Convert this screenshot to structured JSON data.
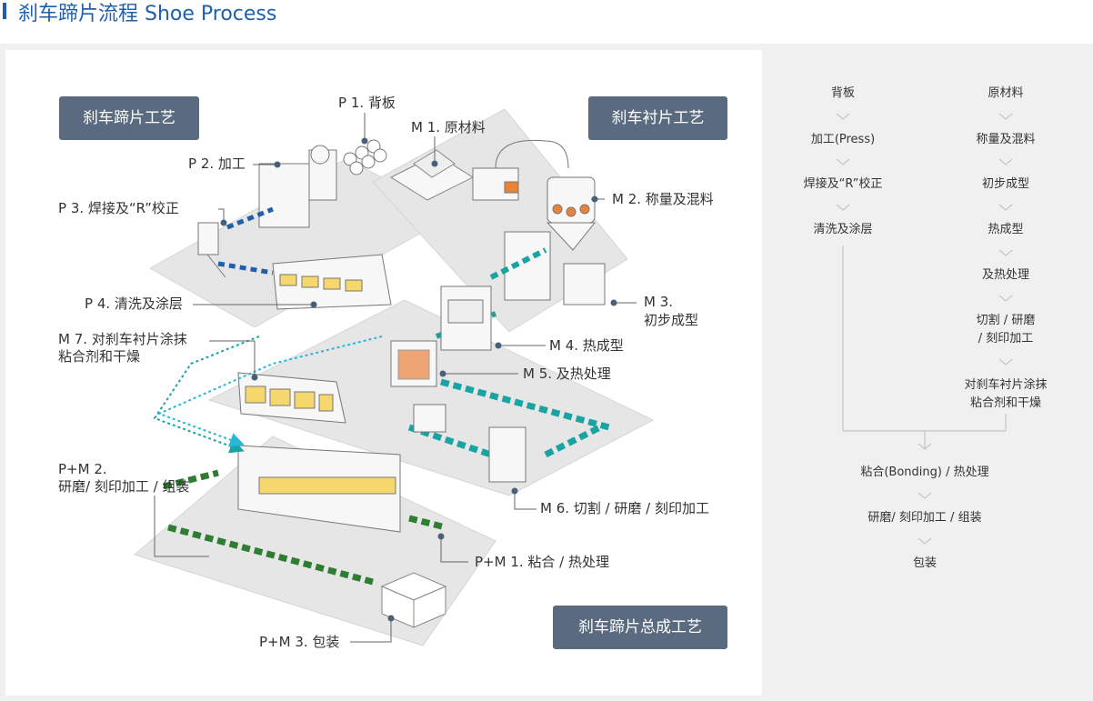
{
  "page_title": "刹车蹄片流程 Shoe Process",
  "sections": {
    "shoe_process": "刹车蹄片工艺",
    "lining_process": "刹车衬片工艺",
    "assembly_process": "刹车蹄片总成工艺"
  },
  "steps": {
    "p1": "P 1. 背板",
    "p2": "P 2. 加工",
    "p3": "P 3. 焊接及“R”校正",
    "p4": "P 4. 清洗及涂层",
    "m1": "M 1. 原材料",
    "m2": "M 2. 称量及混料",
    "m3_line1": "M 3.",
    "m3_line2": "初步成型",
    "m4": "M 4. 热成型",
    "m5": "M 5. 及热处理",
    "m6": "M 6. 切割 / 研磨 / 刻印加工",
    "m7_line1": "M 7. 对刹车衬片涂抹",
    "m7_line2": "粘合剂和干燥",
    "pm1": "P+M 1. 粘合 / 热处理",
    "pm2_line1": "P+M 2.",
    "pm2_line2": "研磨/ 刻印加工 / 组装",
    "pm3": "P+M 3. 包装"
  },
  "flowchart": {
    "left_column": [
      "背板",
      "加工(Press)",
      "焊接及“R”校正",
      "清洗及涂层"
    ],
    "right_column": [
      "原材料",
      "称量及混料",
      "初步成型",
      "热成型",
      "及热处理",
      "切割 / 研磨",
      "/ 刻印加工",
      "对刹车衬片涂抹",
      "粘合剂和干燥"
    ],
    "merged": [
      "粘合(Bonding) / 热处理",
      "研磨/ 刻印加工 / 组装",
      "包装"
    ]
  },
  "colors": {
    "title_blue": "#1f5fae",
    "section_box": "#5a6b80",
    "conveyor_teal": "#1aa3a3",
    "conveyor_green": "#2e7d32",
    "oven_yellow": "#f5d76e",
    "furnace_orange": "#e8833a",
    "floor_gray": "#e6e6e6"
  }
}
